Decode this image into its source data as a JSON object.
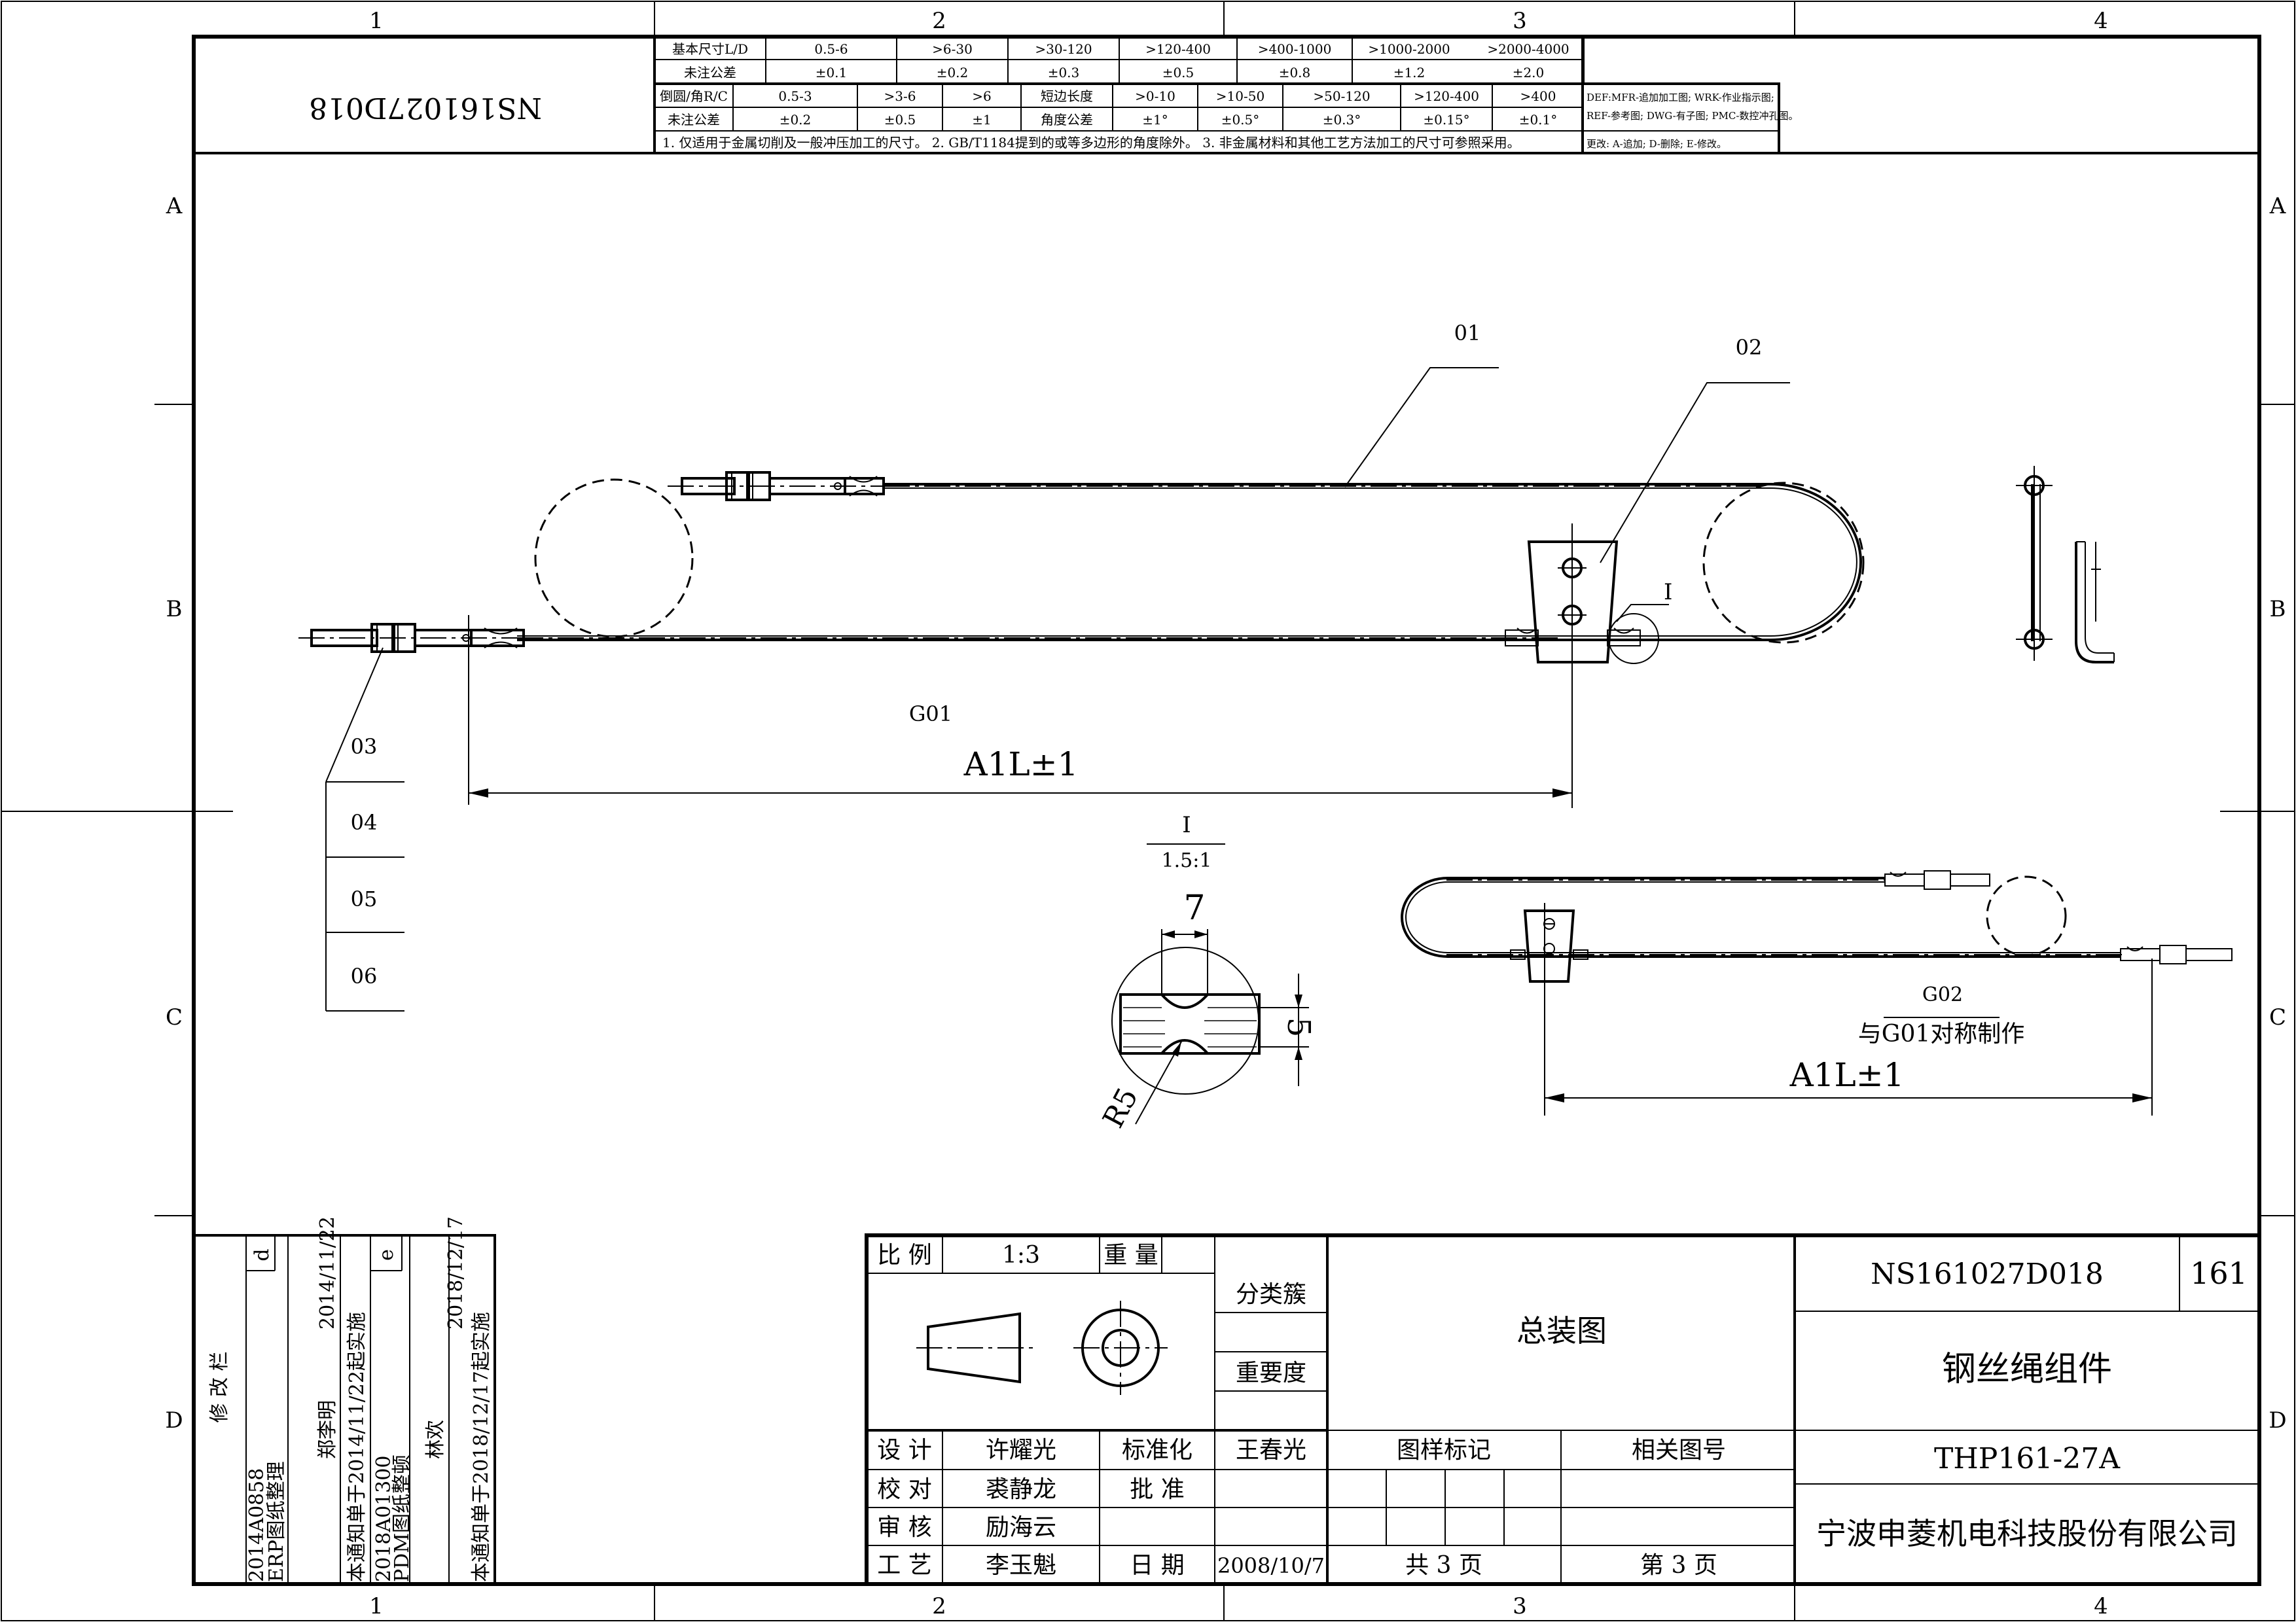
{
  "drawing_code_rotated": "NS161027D018",
  "zone_cols": [
    "1",
    "2",
    "3",
    "4"
  ],
  "zone_rows": [
    "A",
    "B",
    "C",
    "D"
  ],
  "tolerance_table": {
    "row1": [
      "基本尺寸L/D",
      "0.5-6",
      ">6-30",
      ">30-120",
      ">120-400",
      ">400-1000",
      ">1000-2000",
      ">2000-4000"
    ],
    "row2": [
      "未注公差",
      "±0.1",
      "±0.2",
      "±0.3",
      "±0.5",
      "±0.8",
      "±1.2",
      "±2.0"
    ],
    "row3": [
      "倒圆/角R/C",
      "0.5-3",
      ">3-6",
      ">6",
      "短边长度",
      ">0-10",
      ">10-50",
      ">50-120",
      ">120-400",
      ">400"
    ],
    "row4": [
      "未注公差",
      "±0.2",
      "±0.5",
      "±1",
      "角度公差",
      "±1°",
      "±0.5°",
      "±0.3°",
      "±0.15°",
      "±0.1°"
    ],
    "note": "1. 仅适用于金属切削及一般冲压加工的尺寸。 2. GB/T1184提到的或等多边形的角度除外。 3. 非金属材料和其他工艺方法加工的尺寸可参照采用。"
  },
  "legend_box": {
    "line1": "DEF:MFR-追加加工图; WRK-作业指示图;",
    "line2": "REF-参考图; DWG-有子图; PMC-数控冲孔图。",
    "line3": "更改: A-追加; D-删除; E-修改。"
  },
  "balloons": {
    "b01": "01",
    "b02": "02",
    "b03": "03",
    "b04": "04",
    "b05": "05",
    "b06": "06",
    "detail_ref": "I"
  },
  "views": {
    "g01": "G01",
    "g02": "G02",
    "g02_note": "与G01对称制作",
    "dim_main": "A1L±1",
    "dim_secondary": "A1L±1"
  },
  "detail": {
    "label": "I",
    "scale": "1.5:1",
    "dim_width": "7",
    "dim_height": "5",
    "dim_radius": "R5"
  },
  "revision": {
    "title": "修  改  栏",
    "col1": {
      "id": "2014A0858",
      "desc": "ERP图纸整理",
      "person": "郑李明",
      "date": "2014/11/22",
      "notice": "本通知单于2014/11/22起实施",
      "mark": "d"
    },
    "col2": {
      "id": "2018A01300",
      "desc": "PDM图纸整顿",
      "person": "林欢",
      "date": "2018/12/17",
      "notice": "本通知单于2018/12/17起实施",
      "mark": "e"
    }
  },
  "title_block": {
    "scale_label": "比  例",
    "scale_value": "1:3",
    "weight_label": "重  量",
    "weight_value": "",
    "class_label": "分类簇",
    "importance_label": "重要度",
    "drawing_kind": "总装图",
    "designer_label": "设  计",
    "designer": "许耀光",
    "standard_label": "标准化",
    "standard": "王春光",
    "checker_label": "校  对",
    "checker": "裘静龙",
    "approve_label": "批    准",
    "approver": "",
    "reviewer_label": "审  核",
    "reviewer": "励海云",
    "process_label": "工  艺",
    "process": "李玉魁",
    "date_label": "日    期",
    "date": "2008/10/7",
    "sample_mark_label": "图样标记",
    "related_label": "相关图号",
    "total_pages": "共  3  页",
    "page_no": "第  3  页",
    "drawing_number": "NS161027D018",
    "sheet_code": "161",
    "part_name": "钢丝绳组件",
    "model": "THP161-27A",
    "company": "宁波申菱机电科技股份有限公司"
  }
}
